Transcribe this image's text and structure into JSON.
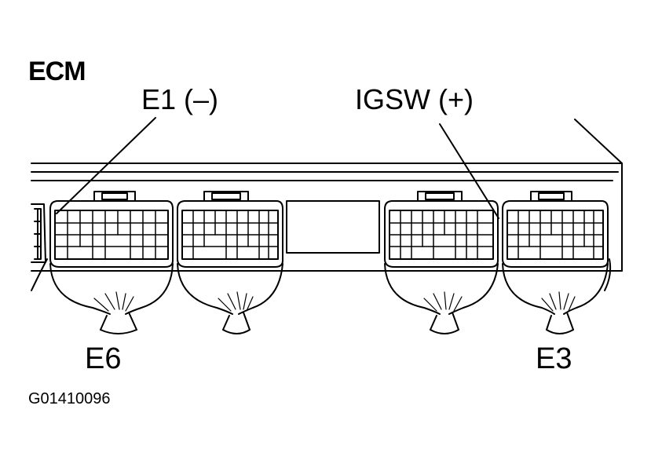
{
  "diagram": {
    "title": "ECM",
    "labels": {
      "e1": "E1 (–)",
      "igsw": "IGSW (+)",
      "e6": "E6",
      "e3": "E3"
    },
    "figure_code": "G01410096",
    "connectors": [
      {
        "id": "partial-left",
        "cols": 2,
        "rows": 5
      },
      {
        "id": "e6",
        "cols": 9,
        "rows": 4,
        "caption": "E6"
      },
      {
        "id": "e6b",
        "cols": 9,
        "rows": 4
      },
      {
        "id": "e3a",
        "cols": 9,
        "rows": 4
      },
      {
        "id": "e3",
        "cols": 9,
        "rows": 4,
        "caption": "E3"
      }
    ]
  }
}
